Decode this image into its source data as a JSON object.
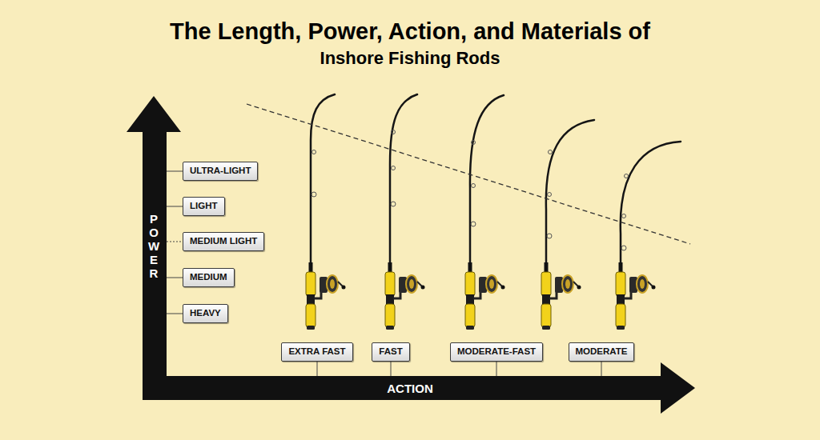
{
  "diagram": {
    "title": "The Length, Power, Action, and Materials of",
    "nodes": [
      {
        "text": [
          "ULTRA-LIGHT"
        ]
      },
      {
        "text": [
          "LIGHT"
        ]
      },
      {
        "text": [
          "MEDIUM LIGHT"
        ]
      },
      {
        "text": [
          "MEDIUM"
        ]
      },
      {
        "text": [
          "HEAVY"
        ]
      },
      {
        "text": [
          "EXTRA FAST"
        ]
      },
      {
        "text": [
          "FAST"
        ]
      },
      {
        "text": [
          "MODERATE-FAST"
        ]
      },
      {
        "text": [
          "MODERATE"
        ]
      }
    ],
    "labels": [
      "Inshore Fishing Rods",
      "POWER",
      "ACTION"
    ]
  }
}
